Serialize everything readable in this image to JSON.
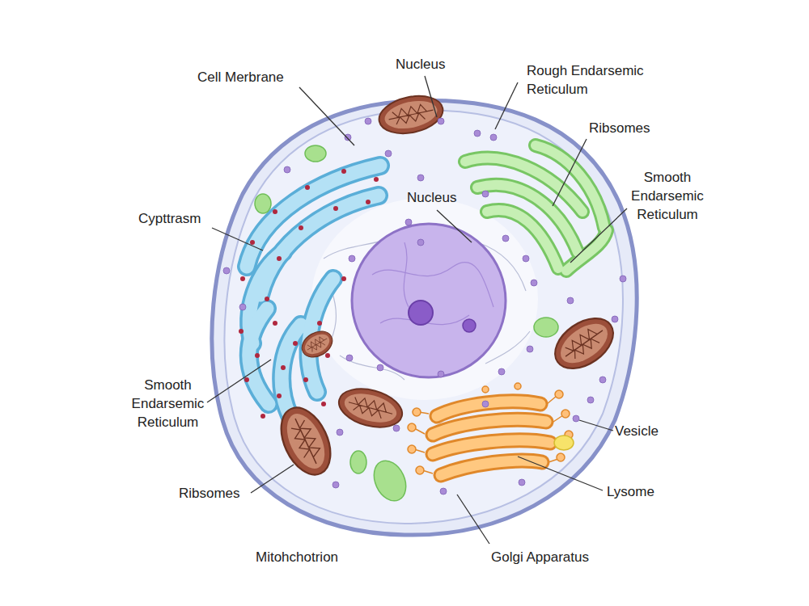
{
  "diagram": {
    "labels": [
      "Cell Merbrane",
      "Nucleus",
      "Rough Endarsemic Reticulum",
      "Ribsomes",
      "Smooth Endarsemic Reticulum",
      "Nucleus",
      "Cypttrasm",
      "Smooth Endarsemic Reticulum",
      "Vesicle",
      "Ribsomes",
      "Lysome",
      "Mitohchotrion",
      "Golgi Apparatus"
    ]
  }
}
